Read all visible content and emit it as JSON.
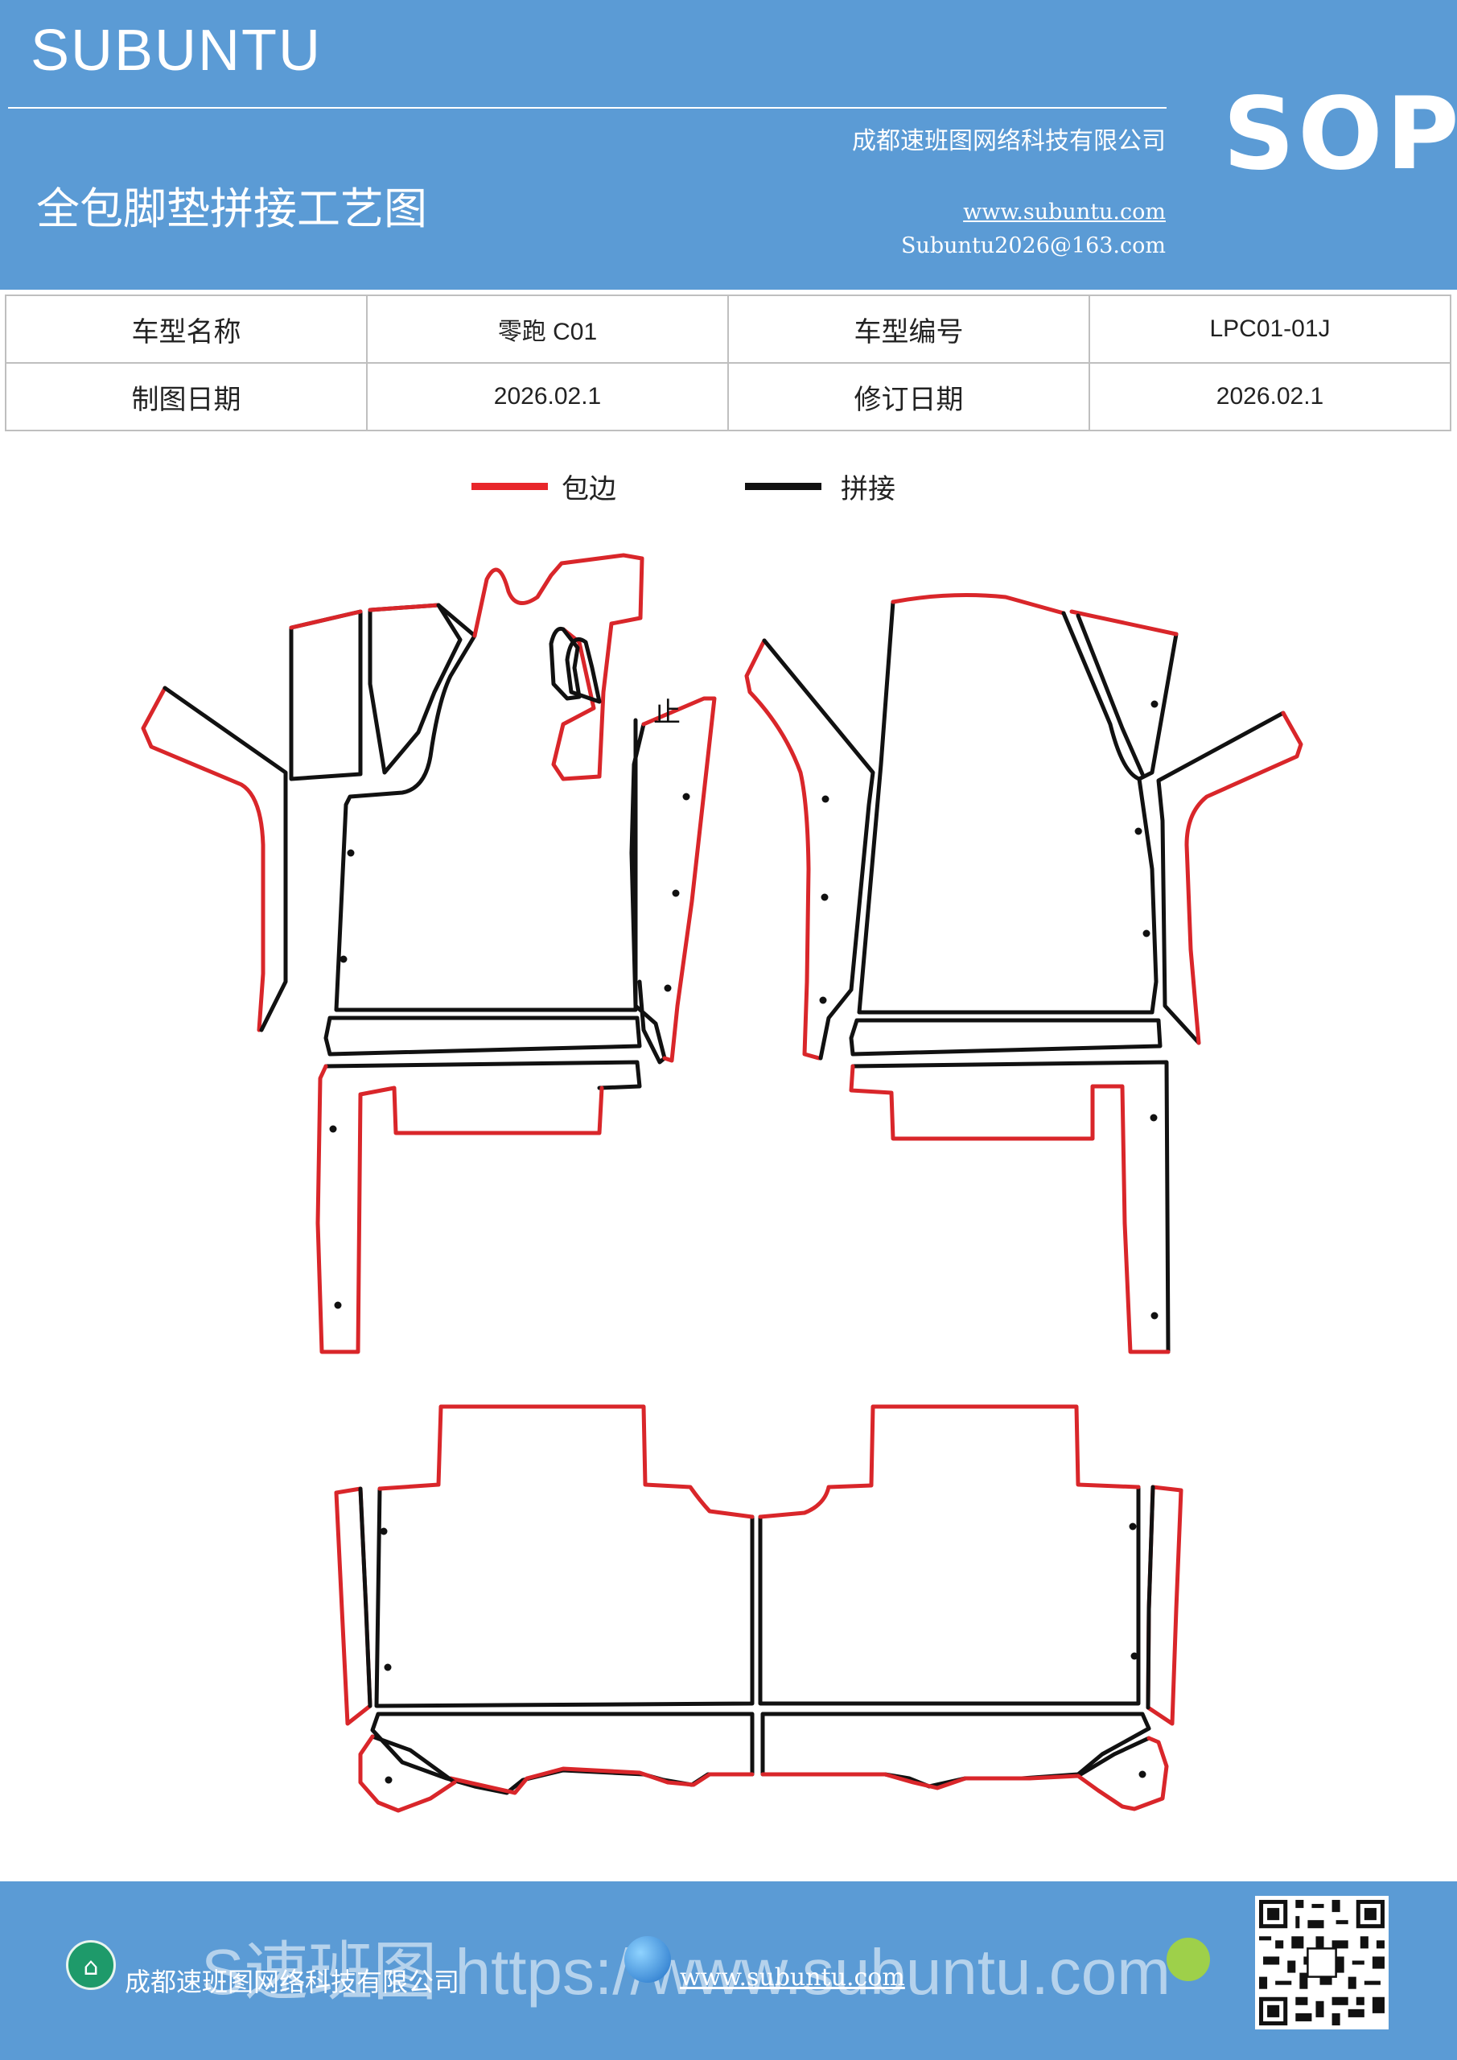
{
  "header": {
    "brand": "SUBUNTU",
    "doc_type": "SOP",
    "company": "成都速班图网络科技有限公司",
    "title": "全包脚垫拼接工艺图",
    "website": "www.subuntu.com",
    "email": "Subuntu2026@163.com"
  },
  "info_table": {
    "rows": [
      [
        {
          "label": "车型名称",
          "value": "零跑 C01"
        },
        {
          "label": "车型编号",
          "value": "LPC01-01J"
        }
      ],
      [
        {
          "label": "制图日期",
          "value": "2026.02.1"
        },
        {
          "label": "修订日期",
          "value": "2026.02.1"
        }
      ]
    ]
  },
  "legend": {
    "items": [
      {
        "label": "包边",
        "color": "#e8262a"
      },
      {
        "label": "拼接",
        "color": "#111111"
      }
    ]
  },
  "diagram": {
    "marker_text": "止",
    "edge_color": "#d9262a",
    "seam_color": "#111111"
  },
  "footer": {
    "company": "成都速班图网络科技有限公司",
    "website": "www.subuntu.com",
    "watermark": "S速班图 https://www.subuntu.com"
  }
}
